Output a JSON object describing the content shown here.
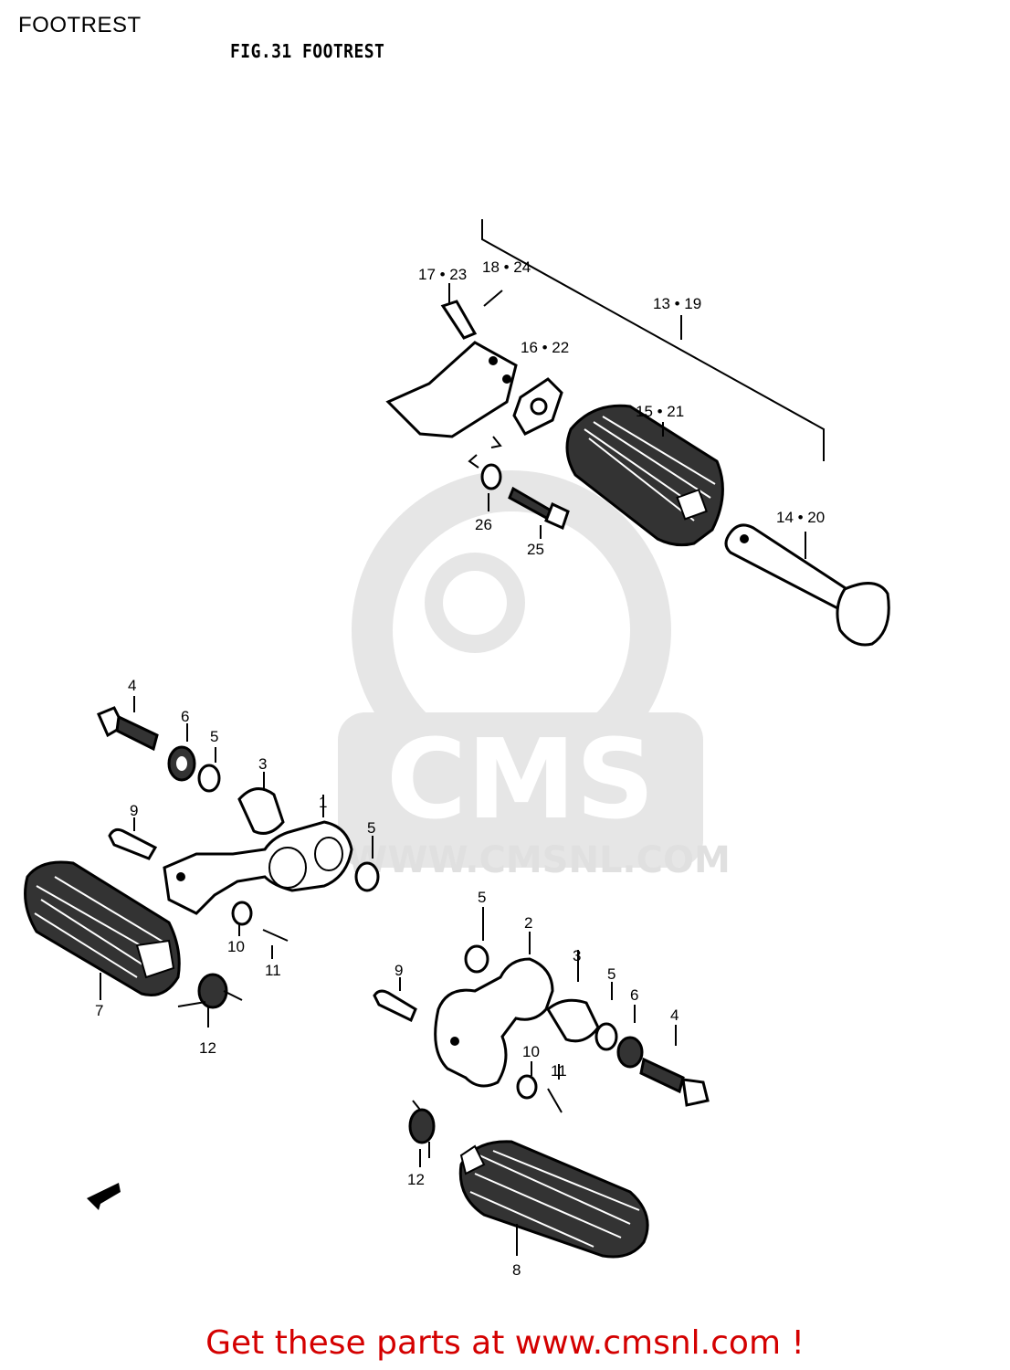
{
  "header": {
    "title": "FOOTREST"
  },
  "figure": {
    "title": "FIG.31  FOOTREST"
  },
  "watermark": {
    "text": "CMS",
    "url": "WWW.CMSNL.COM"
  },
  "part_labels": {
    "p17_23": "17 • 23",
    "p18_24": "18 • 24",
    "p13_19": "13 • 19",
    "p16_22": "16 • 22",
    "p15_21": "15 • 21",
    "p14_20": "14 • 20",
    "p26": "26",
    "p25": "25",
    "l4": "4",
    "l6": "6",
    "l5a": "5",
    "l3": "3",
    "l1": "1",
    "l9": "9",
    "l5b": "5",
    "l7": "7",
    "l10": "10",
    "l11": "11",
    "l12": "12",
    "r5a": "5",
    "r2": "2",
    "r3": "3",
    "r5b": "5",
    "r6": "6",
    "r4": "4",
    "r9": "9",
    "r10": "10",
    "r11": "11",
    "r12": "12",
    "r8": "8"
  },
  "footer": {
    "text": "Get these parts at www.cmsnl.com !"
  },
  "colors": {
    "footer": "#d40000",
    "watermark": "#e6e6e6"
  }
}
